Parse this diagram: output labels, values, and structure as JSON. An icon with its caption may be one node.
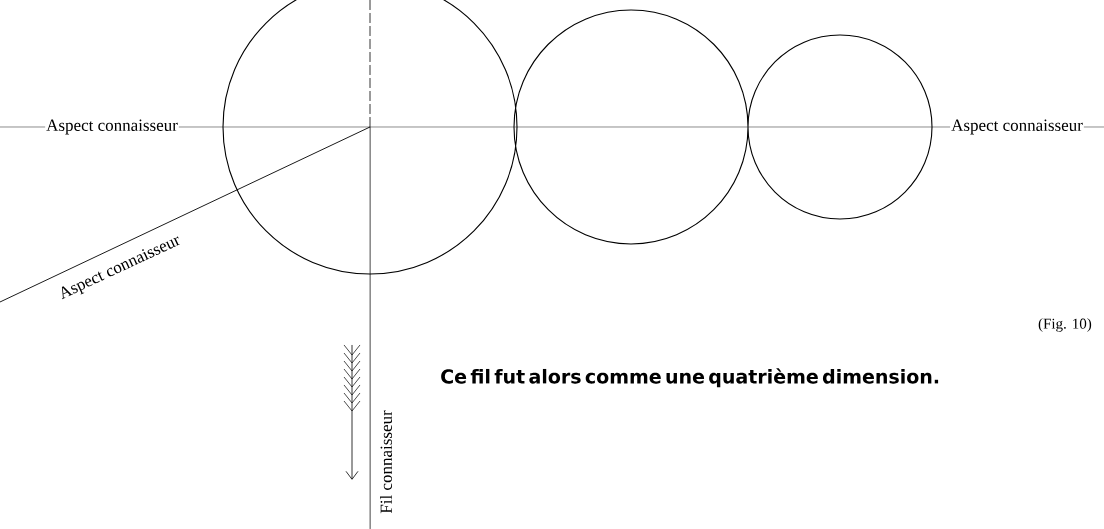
{
  "diagram": {
    "caption": "(Fig. 10)",
    "labels": [
      "Aspect connaisseur",
      "Aspect connaisseur",
      "Aspect connaisseur",
      "Fil connaisseur",
      "Ce fil fut alors comme une quatrième dimension."
    ]
  }
}
